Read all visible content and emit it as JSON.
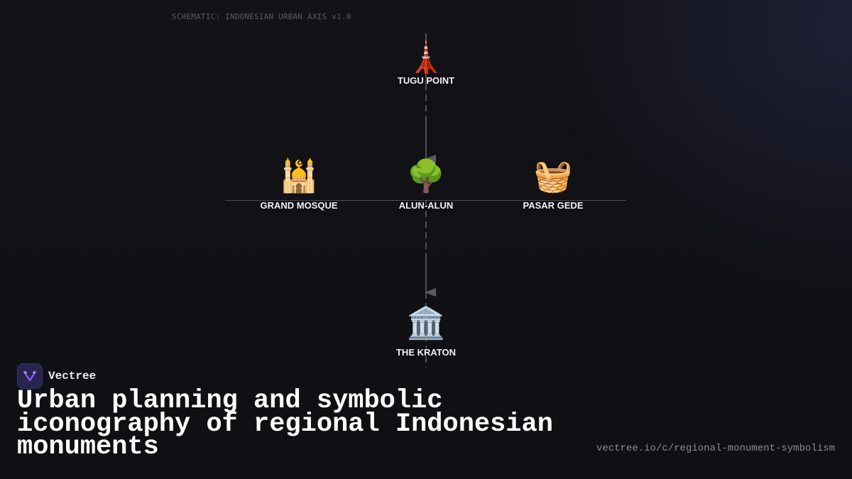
{
  "schematic_label": "SCHEMATIC: INDONESIAN URBAN AXIS v1.0",
  "nodes": {
    "tugu": {
      "label": "TUGU POINT",
      "icon": "tower-icon",
      "glyph": "🗼"
    },
    "mosque": {
      "label": "GRAND MOSQUE",
      "icon": "mosque-icon",
      "glyph": "🕌"
    },
    "alun": {
      "label": "ALUN-ALUN",
      "icon": "tree-icon",
      "glyph": "🌳"
    },
    "pasar": {
      "label": "PASAR GEDE",
      "icon": "basket-icon",
      "glyph": "🧺"
    },
    "kraton": {
      "label": "THE KRATON",
      "icon": "classical-building-icon",
      "glyph": "🏛️"
    }
  },
  "brand": {
    "name": "Vectree",
    "icon": "vectree-logo-icon",
    "accent": "#9b5cf6"
  },
  "headline": "Urban planning and symbolic iconography of regional Indonesian monuments",
  "url": "vectree.io/c/regional-monument-symbolism",
  "colors": {
    "background": "#111116",
    "connector": "#7a7a7e",
    "text": "#f2f2f4"
  }
}
